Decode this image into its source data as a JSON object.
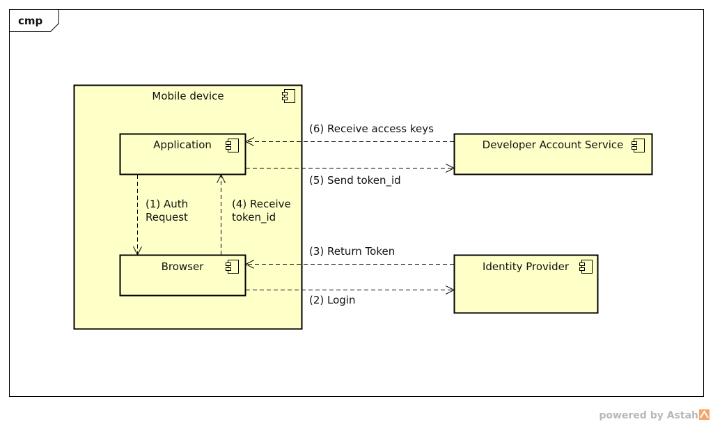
{
  "frame": {
    "tab": "cmp"
  },
  "nodes": {
    "mobile_device": {
      "label": "Mobile device"
    },
    "application": {
      "label": "Application"
    },
    "browser": {
      "label": "Browser"
    },
    "developer_account_service": {
      "label": "Developer Account Service"
    },
    "identity_provider": {
      "label": "Identity Provider"
    }
  },
  "edges": {
    "auth_request": {
      "line1": "(1) Auth",
      "line2": "Request"
    },
    "login": {
      "label": "(2) Login"
    },
    "return_token": {
      "label": "(3) Return Token"
    },
    "receive_token_id": {
      "line1": "(4) Receive",
      "line2": "token_id"
    },
    "send_token_id": {
      "label": "(5) Send token_id"
    },
    "receive_access_keys": {
      "label": "(6) Receive access keys"
    }
  },
  "colors": {
    "node_fill": "#ffffc8",
    "stroke": "#000000"
  },
  "watermark": {
    "prefix": "powered by ",
    "brand": "Astah"
  }
}
